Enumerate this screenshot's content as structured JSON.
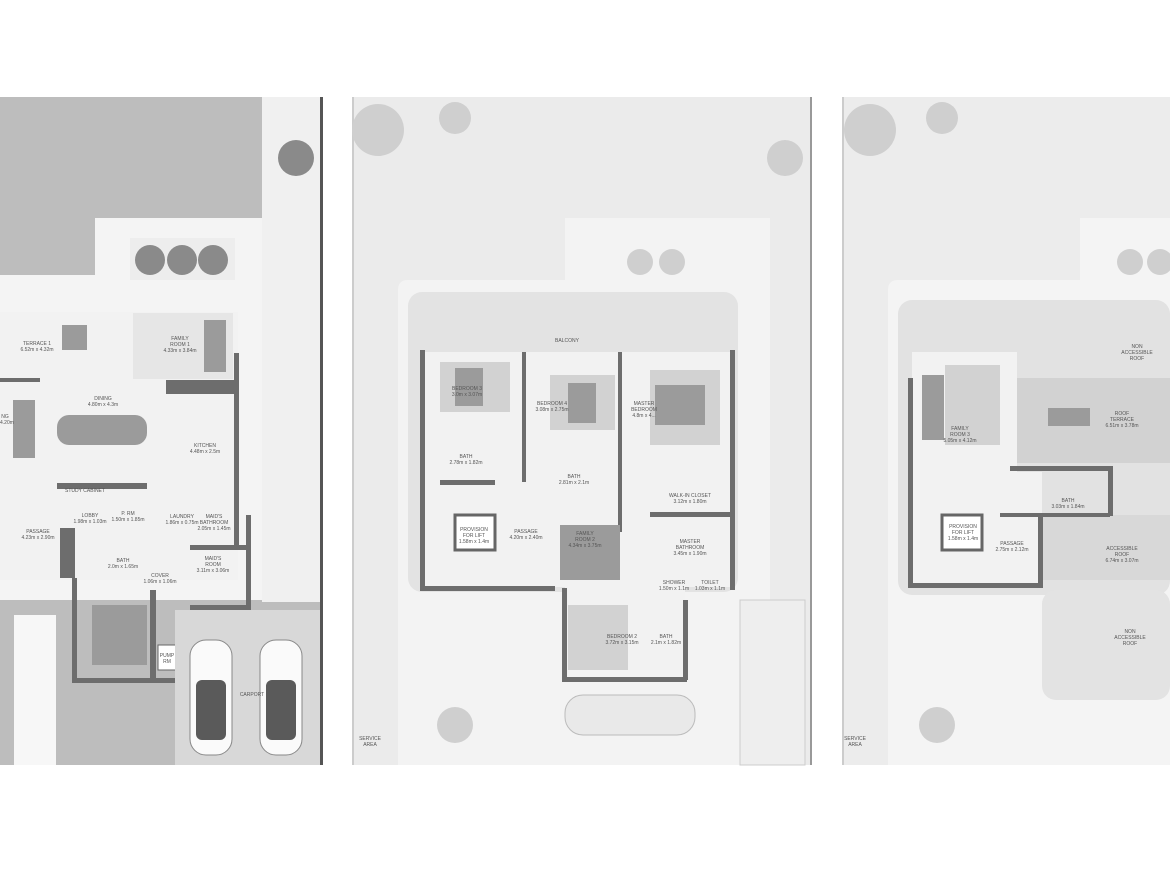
{
  "floor_plans": [
    {
      "id": "ground",
      "rooms": [
        {
          "name": [
            "TERRACE 1"
          ],
          "dims": "6.52m x 4.32m"
        },
        {
          "name": [
            "FAMILY",
            "ROOM 1"
          ],
          "dims": "4.33m x 3.84m"
        },
        {
          "name": [
            "DINING"
          ],
          "dims": "4.80m x 4.3m"
        },
        {
          "name": [
            "NG"
          ],
          "dims": "x 4.20m"
        },
        {
          "name": [
            "KITCHEN"
          ],
          "dims": "4.48m x 2.5m"
        },
        {
          "name": [
            "STUDY CABINET"
          ],
          "dims": ""
        },
        {
          "name": [
            "LOBBY"
          ],
          "dims": "1.98m x 1.03m"
        },
        {
          "name": [
            "P. RM"
          ],
          "dims": "1.50m x 1.85m"
        },
        {
          "name": [
            "LAUNDRY"
          ],
          "dims": "1.86m x 0.75m"
        },
        {
          "name": [
            "MAID'S",
            "BATHROOM"
          ],
          "dims": "2.05m x 1.45m"
        },
        {
          "name": [
            "PASSAGE"
          ],
          "dims": "4.23m x 2.90m"
        },
        {
          "name": [
            "BATH"
          ],
          "dims": "2.0m x 1.65m"
        },
        {
          "name": [
            "MAID'S",
            "ROOM"
          ],
          "dims": "3.11m x 3.06m"
        },
        {
          "name": [
            "COVER"
          ],
          "dims": "1.06m x 1.06m"
        },
        {
          "name": [
            "PUMP",
            "RM"
          ],
          "dims": ""
        },
        {
          "name": [
            "CARPORT"
          ],
          "dims": ""
        }
      ]
    },
    {
      "id": "first",
      "rooms": [
        {
          "name": [
            "BALCONY"
          ],
          "dims": ""
        },
        {
          "name": [
            "BEDROOM 3"
          ],
          "dims": "3.0m x 3.07m"
        },
        {
          "name": [
            "BEDROOM 4"
          ],
          "dims": "3.08m x 2.75m"
        },
        {
          "name": [
            "MASTER",
            "BEDROOM"
          ],
          "dims": "4.8m x 4..."
        },
        {
          "name": [
            "BATH"
          ],
          "dims": "2.78m x 1.82m"
        },
        {
          "name": [
            "BATH"
          ],
          "dims": "2.81m x 2.1m"
        },
        {
          "name": [
            "WALK-IN CLOSET"
          ],
          "dims": "3.12m x 1.80m"
        },
        {
          "name": [
            "PROVISION",
            "FOR LIFT"
          ],
          "dims": "1.58m x 1.4m"
        },
        {
          "name": [
            "PASSAGE"
          ],
          "dims": "4.20m x 2.40m"
        },
        {
          "name": [
            "FAMILY",
            "ROOM 2"
          ],
          "dims": "4.34m x 3.75m"
        },
        {
          "name": [
            "MASTER",
            "BATHROOM"
          ],
          "dims": "3.45m x 1.90m"
        },
        {
          "name": [
            "SHOWER"
          ],
          "dims": "1.50m x 1.1m"
        },
        {
          "name": [
            "TOILET"
          ],
          "dims": "1.03m x 1.1m"
        },
        {
          "name": [
            "BEDROOM 2"
          ],
          "dims": "3.72m x 3.15m"
        },
        {
          "name": [
            "BATH"
          ],
          "dims": "2.1m x 1.82m"
        },
        {
          "name": [
            "SERVICE",
            "AREA"
          ],
          "dims": ""
        }
      ]
    },
    {
      "id": "roof",
      "rooms": [
        {
          "name": [
            "NON",
            "ACCESSIBLE",
            "ROOF"
          ],
          "dims": ""
        },
        {
          "name": [
            "FAMILY",
            "ROOM 3"
          ],
          "dims": "5.05m x 4.12m"
        },
        {
          "name": [
            "ROOF",
            "TERRACE"
          ],
          "dims": "6.51m x 3.78m"
        },
        {
          "name": [
            "BATH"
          ],
          "dims": "3.03m x 1.84m"
        },
        {
          "name": [
            "PROVISION",
            "FOR LIFT"
          ],
          "dims": "1.58m x 1.4m"
        },
        {
          "name": [
            "PASSAGE"
          ],
          "dims": "2.75m x 2.12m"
        },
        {
          "name": [
            "ACCESSIBLE",
            "ROOF"
          ],
          "dims": "6.74m x 3.07m"
        },
        {
          "name": [
            "NON",
            "ACCESSIBLE",
            "ROOF"
          ],
          "dims": ""
        },
        {
          "name": [
            "SERVICE",
            "AREA"
          ],
          "dims": ""
        }
      ]
    }
  ]
}
